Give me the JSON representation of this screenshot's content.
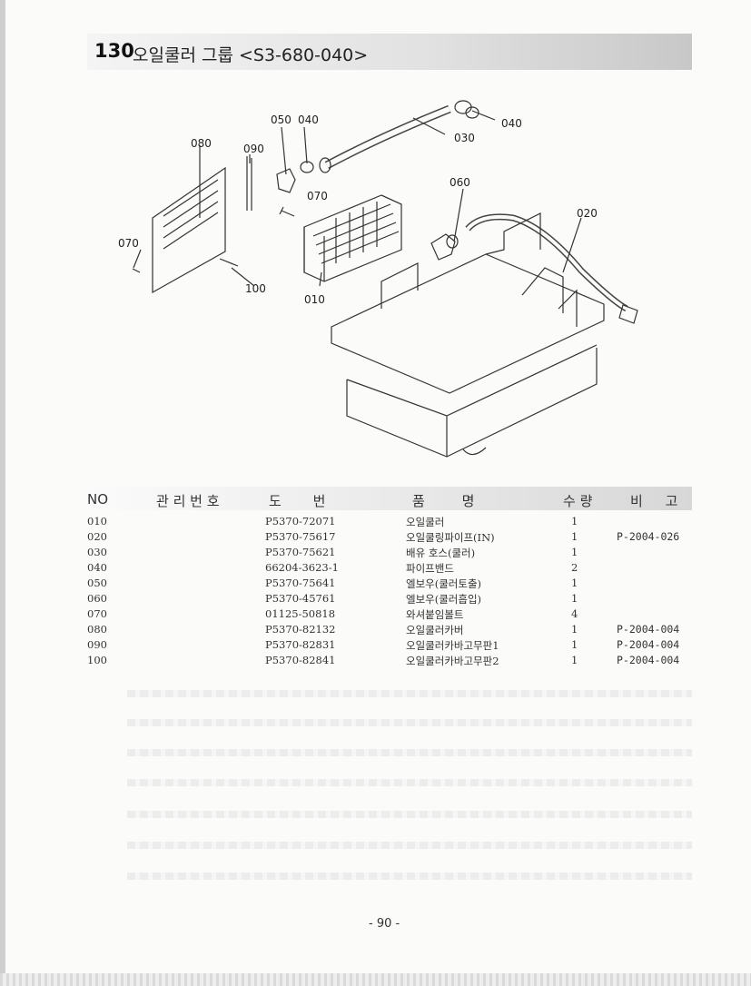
{
  "header": {
    "number": "130",
    "title": "오일쿨러 그룹 <S3-680-040>"
  },
  "diagram": {
    "callouts": [
      "050",
      "040",
      "080",
      "090",
      "070",
      "100",
      "010",
      "030",
      "040",
      "060",
      "020",
      "070"
    ]
  },
  "table": {
    "columns": [
      "NO",
      "관 리 번 호",
      "도 번",
      "품 명",
      "수 량",
      "비 고"
    ],
    "rows": [
      {
        "no": "010",
        "part_no": "P5370-72071",
        "name": "오일쿨러",
        "qty": "1",
        "note": ""
      },
      {
        "no": "020",
        "part_no": "P5370-75617",
        "name": "오일쿨링파이프(IN)",
        "qty": "1",
        "note": "P-2004-026"
      },
      {
        "no": "030",
        "part_no": "P5370-75621",
        "name": "배유 호스(쿨러)",
        "qty": "1",
        "note": ""
      },
      {
        "no": "040",
        "part_no": "66204-3623-1",
        "name": "파이프밴드",
        "qty": "2",
        "note": ""
      },
      {
        "no": "050",
        "part_no": "P5370-75641",
        "name": "엘보우(쿨러토출)",
        "qty": "1",
        "note": ""
      },
      {
        "no": "060",
        "part_no": "P5370-45761",
        "name": "엘보우(쿨러흡입)",
        "qty": "1",
        "note": ""
      },
      {
        "no": "070",
        "part_no": "01125-50818",
        "name": "와셔붙임볼트",
        "qty": "4",
        "note": ""
      },
      {
        "no": "080",
        "part_no": "P5370-82132",
        "name": "오일쿨러카버",
        "qty": "1",
        "note": "P-2004-004"
      },
      {
        "no": "090",
        "part_no": "P5370-82831",
        "name": "오일쿨러카바고무판1",
        "qty": "1",
        "note": "P-2004-004"
      },
      {
        "no": "100",
        "part_no": "P5370-82841",
        "name": "오일쿨러카바고무판2",
        "qty": "1",
        "note": "P-2004-004"
      }
    ]
  },
  "footer": {
    "page": "- 90 -"
  }
}
